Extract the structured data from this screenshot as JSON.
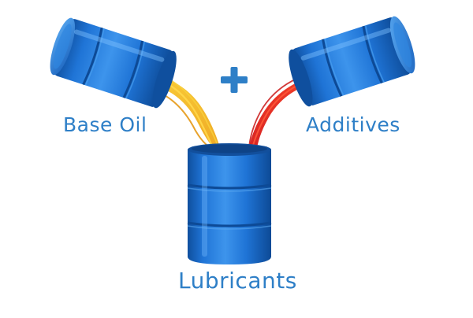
{
  "labels": {
    "base_oil": "Base Oil",
    "additives": "Additives",
    "lubricants": "Lubricants"
  },
  "operator": "plus",
  "colors": {
    "barrel_blue": "#1f74d6",
    "label_blue": "#2e7fc7",
    "plus_blue": "#2e7fc7",
    "oil_yellow": "#f2b31b",
    "additive_red": "#e8261e"
  },
  "icons": [
    "barrel-icon",
    "plus-icon"
  ]
}
